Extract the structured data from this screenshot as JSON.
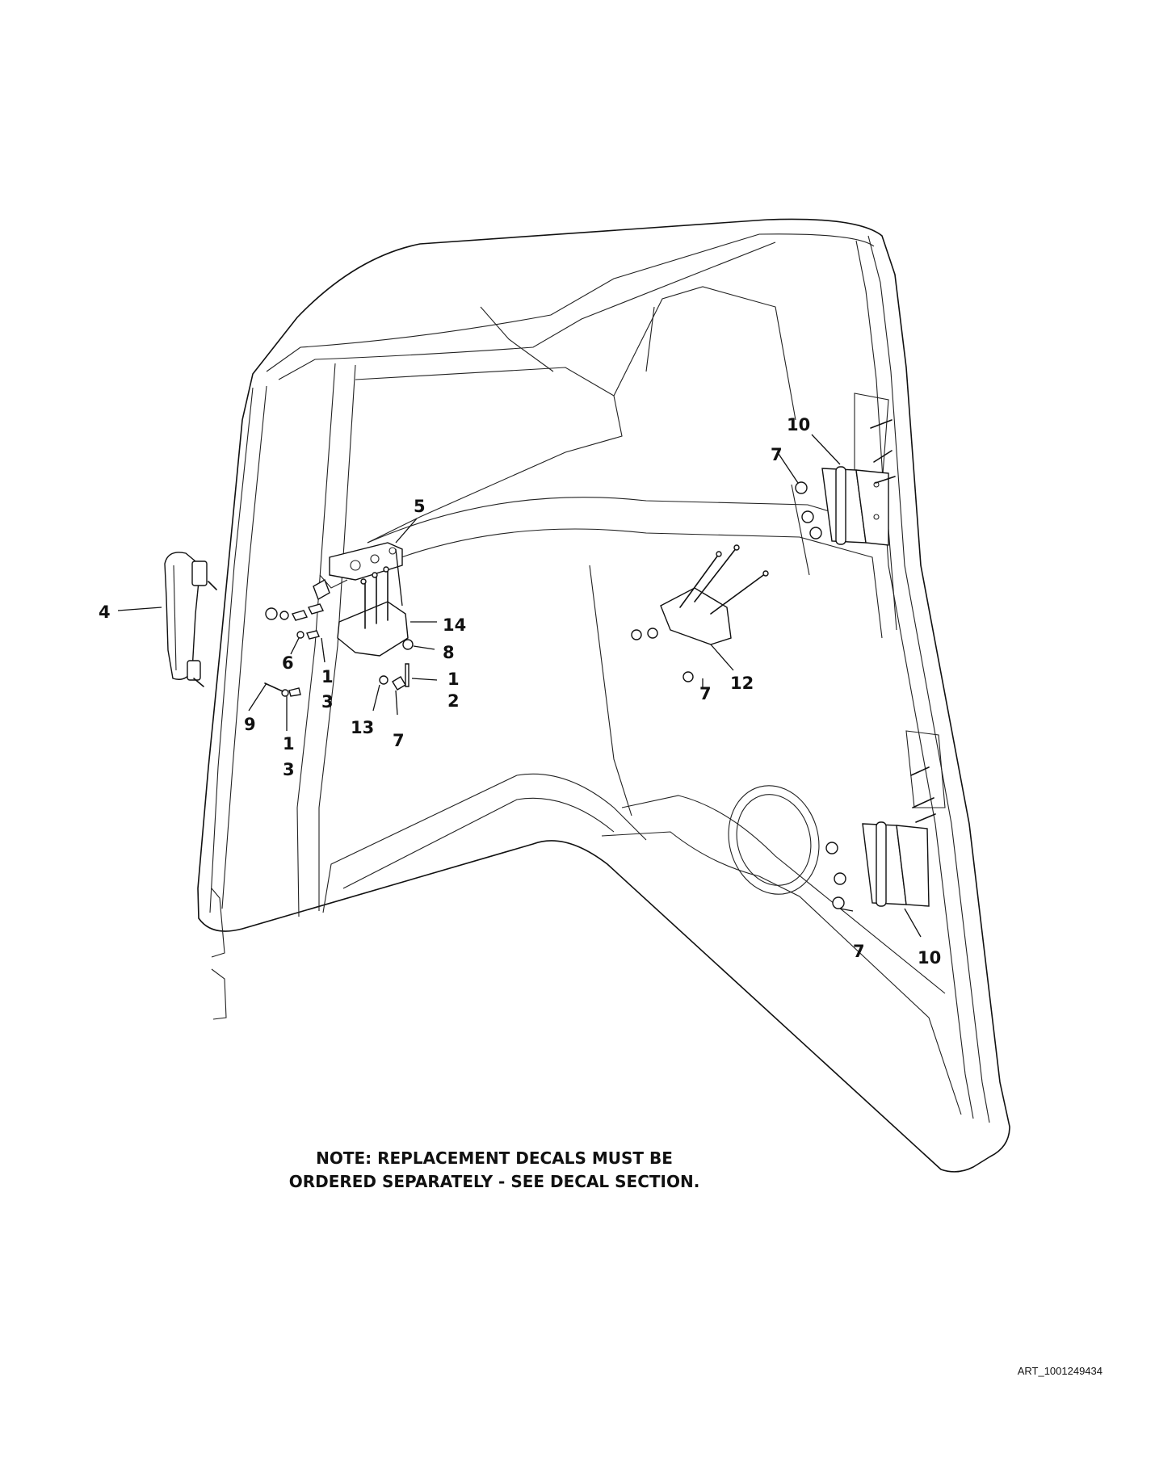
{
  "callouts": {
    "c4": "4",
    "c5": "5",
    "c6": "6",
    "c1a": "1",
    "c3a": "3",
    "c9": "9",
    "c1b": "1",
    "c3b": "3",
    "c13": "13",
    "c7a": "7",
    "c14": "14",
    "c8": "8",
    "c1c": "1",
    "c2": "2",
    "c7b": "7",
    "c12": "12",
    "c10a": "10",
    "c7c": "7",
    "c7d": "7",
    "c10b": "10"
  },
  "note": {
    "line1": "NOTE: REPLACEMENT DECALS MUST BE",
    "line2": "ORDERED SEPARATELY - SEE DECAL SECTION."
  },
  "art_id": "ART_1001249434"
}
